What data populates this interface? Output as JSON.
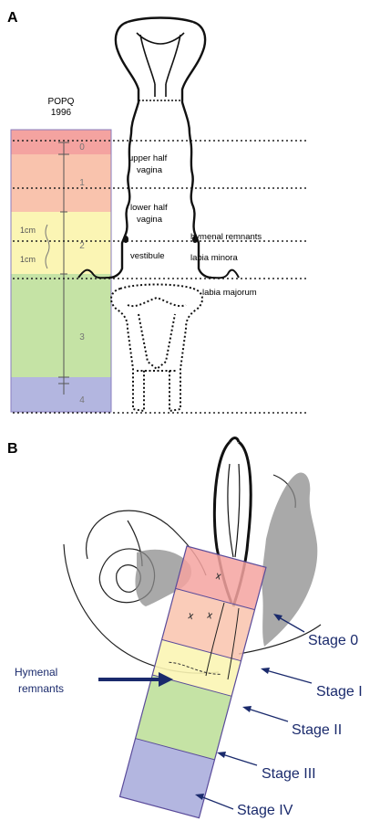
{
  "panel_a": {
    "letter": "A",
    "popq_title_line1": "POPQ",
    "popq_title_line2": "1996",
    "stages": [
      {
        "label": "0",
        "color": "#f4a3a0"
      },
      {
        "label": "1",
        "color": "#f9c3ad"
      },
      {
        "label": "2",
        "color": "#fbf5b4"
      },
      {
        "label": "3",
        "color": "#c5e3a5"
      },
      {
        "label": "4",
        "color": "#b3b6e0"
      }
    ],
    "measure_1cm_upper": "1cm",
    "measure_1cm_lower": "1cm",
    "labels": {
      "upper_half_l1": "upper half",
      "upper_half_l2": "vagina",
      "lower_half_l1": "lower half",
      "lower_half_l2": "vagina",
      "vestibule": "vestibule",
      "hymenal_remnants": "hymenal remnants",
      "labia_minora": "labia minora",
      "labia_majorum": "labia majorum"
    }
  },
  "panel_b": {
    "letter": "B",
    "hymenal_l1": "Hymenal",
    "hymenal_l2": "remnants",
    "stage_labels": [
      "Stage 0",
      "Stage I",
      "Stage II",
      "Stage III",
      "Stage IV"
    ],
    "arrow_color": "#1a2a6c"
  }
}
